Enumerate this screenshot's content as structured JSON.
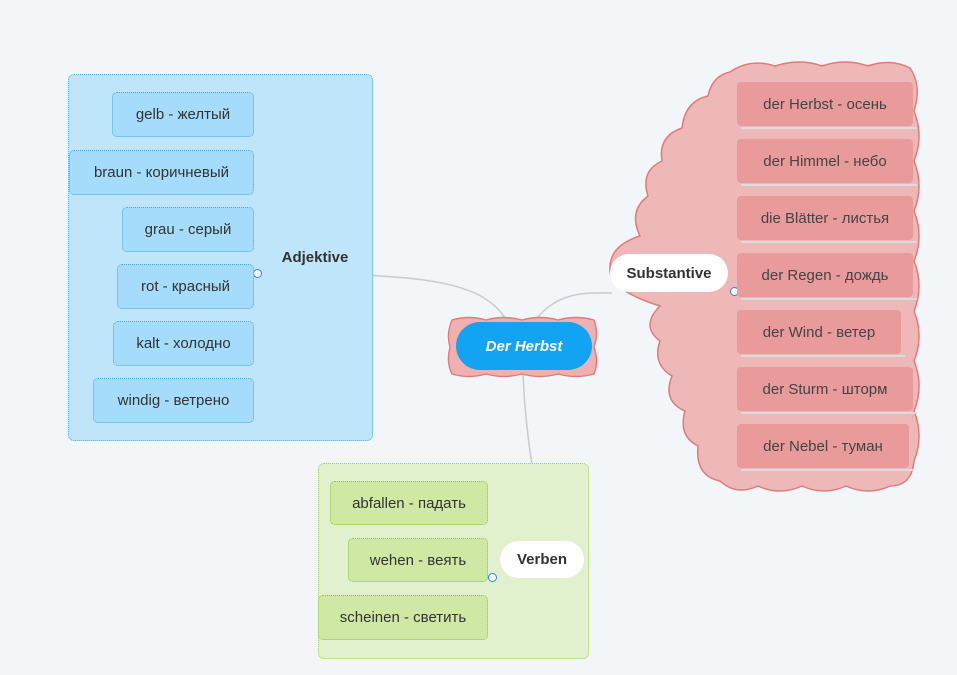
{
  "central": {
    "label": "Der Herbst"
  },
  "branches": {
    "adjektive": {
      "label": "Adjektive",
      "items": [
        "gelb - желтый",
        "braun - коричневый",
        "grau - серый",
        "rot - красный",
        "kalt - холодно",
        "windig - ветрено"
      ]
    },
    "substantive": {
      "label": "Substantive",
      "items": [
        "der Herbst - осень",
        "der Himmel - небо",
        "die Blätter - листья",
        "der Regen - дождь",
        "der Wind - ветер",
        "der Sturm - шторм",
        "der Nebel - туман"
      ]
    },
    "verben": {
      "label": "Verben",
      "items": [
        "abfallen - падать",
        "wehen - веять",
        "scheinen - светить"
      ]
    }
  },
  "colors": {
    "background": "#f2f6f9",
    "central_fill": "#12a3f2",
    "adjektive_boundary": "#bfe5fa",
    "adjektive_topic": "#a5dcfb",
    "substantive_cloud": "#eeb8b8",
    "substantive_topic": "#e99a9a",
    "verben_boundary": "#e1f0cd",
    "verben_topic": "#cfe9a5",
    "connector": "#c8c8c8"
  }
}
